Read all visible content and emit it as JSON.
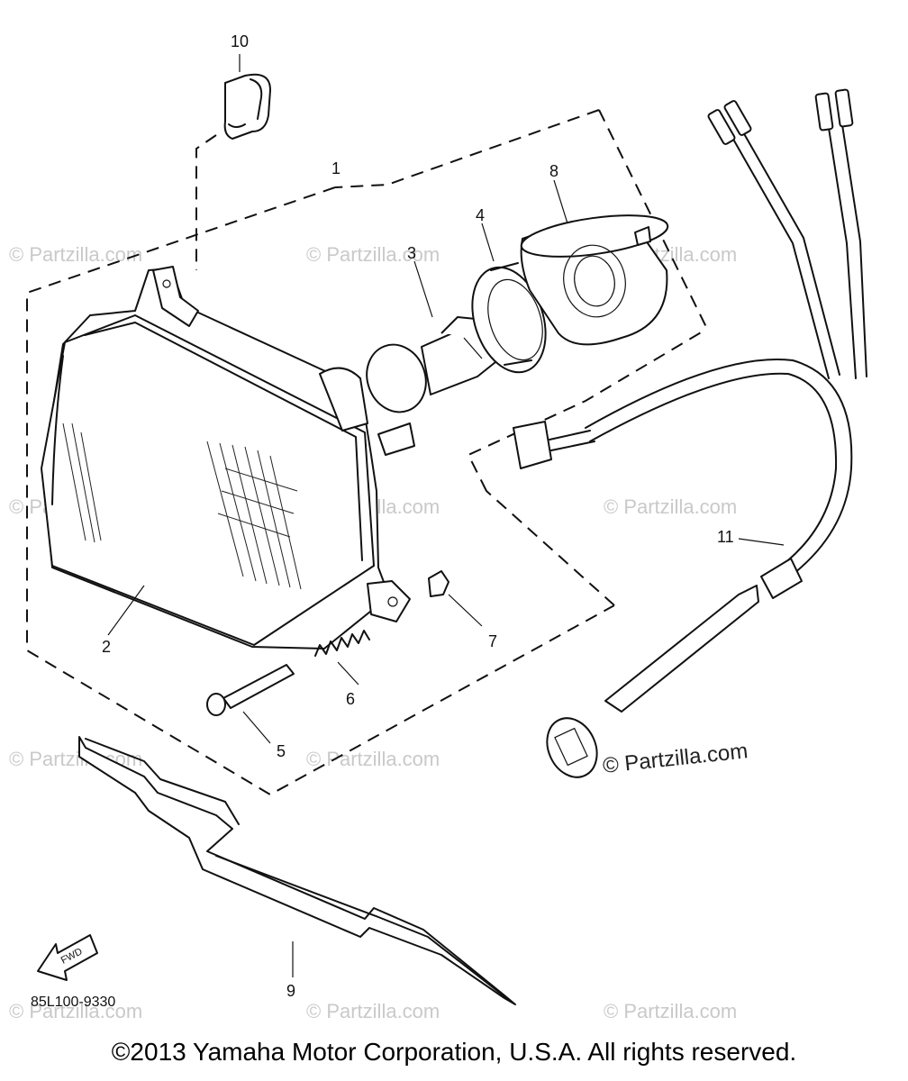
{
  "diagram": {
    "code": "85L100-9330",
    "fwd_label": "FWD",
    "copyright": "©2013  Yamaha Motor Corporation, U.S.A. All rights reserved."
  },
  "watermark": {
    "text": "© Partzilla.com",
    "strong_text": "© Partzilla.com"
  },
  "callouts": [
    {
      "label": "1",
      "part": "headlight-assembly"
    },
    {
      "label": "2",
      "part": "headlight-unit"
    },
    {
      "label": "3",
      "part": "bulb"
    },
    {
      "label": "4",
      "part": "bulb-socket"
    },
    {
      "label": "5",
      "part": "adjusting-screw"
    },
    {
      "label": "6",
      "part": "spring"
    },
    {
      "label": "7",
      "part": "clip-nut"
    },
    {
      "label": "8",
      "part": "socket-cover"
    },
    {
      "label": "9",
      "part": "bracket-plate"
    },
    {
      "label": "10",
      "part": "cable-clamp"
    },
    {
      "label": "11",
      "part": "wire-harness"
    }
  ]
}
